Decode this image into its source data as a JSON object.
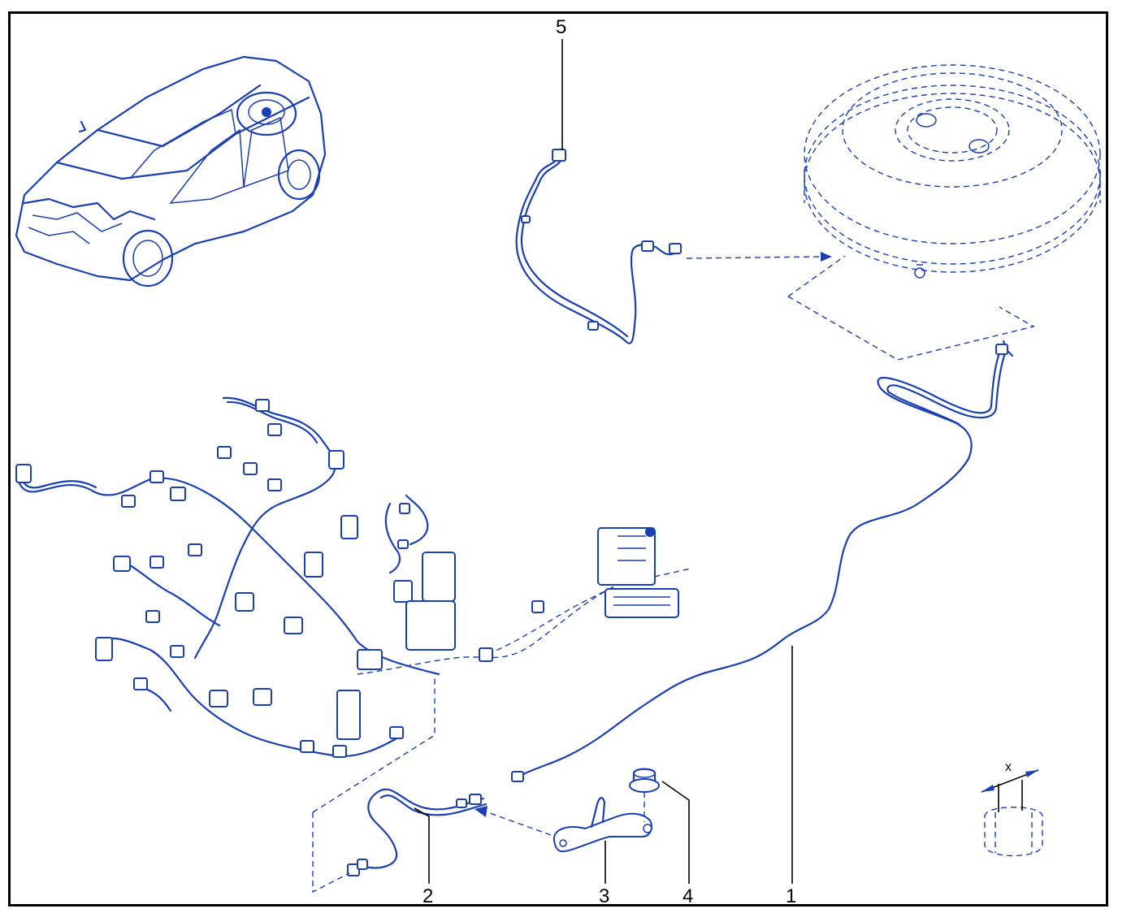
{
  "diagram": {
    "line_color": "#1a3fb3",
    "leader_color": "#000000",
    "callouts": [
      {
        "id": "callout-1",
        "label": "1"
      },
      {
        "id": "callout-2",
        "label": "2"
      },
      {
        "id": "callout-3",
        "label": "3"
      },
      {
        "id": "callout-4",
        "label": "4"
      },
      {
        "id": "callout-5",
        "label": "5"
      }
    ],
    "dimension_label": "x"
  }
}
